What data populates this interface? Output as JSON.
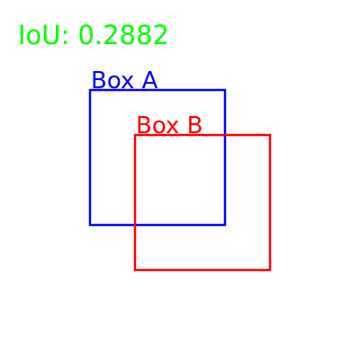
{
  "iou": {
    "text": "IoU: 0.2882",
    "color": "#00ff00"
  },
  "boxes": [
    {
      "label": "Box A",
      "color": "#0000ff"
    },
    {
      "label": "Box B",
      "color": "#ff0000"
    }
  ]
}
